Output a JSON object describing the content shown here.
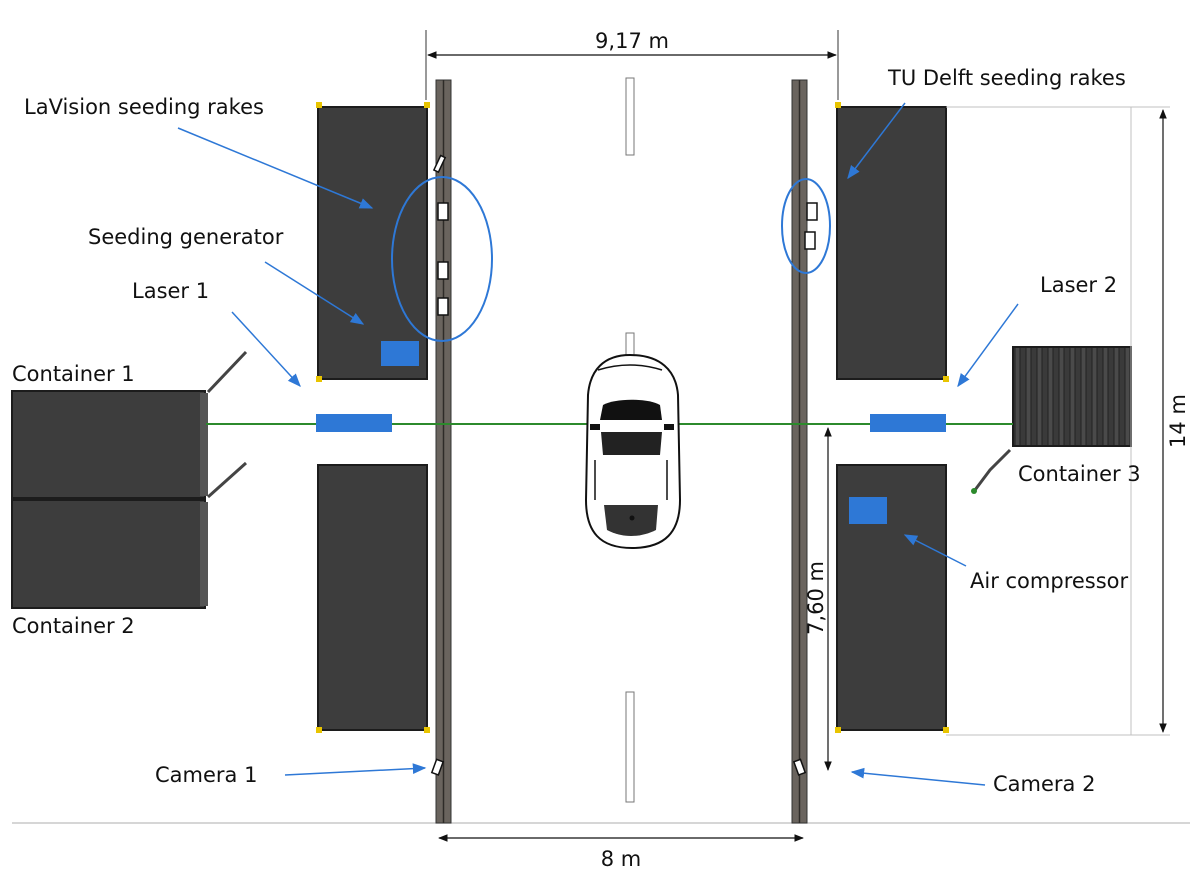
{
  "labels": {
    "lavision_rakes": "LaVision seeding rakes",
    "tu_delft_rakes": "TU Delft seeding rakes",
    "seeding_generator": "Seeding generator",
    "laser_1": "Laser 1",
    "laser_2": "Laser 2",
    "container_1": "Container 1",
    "container_2": "Container 2",
    "container_3": "Container 3",
    "air_compressor": "Air compressor",
    "camera_1": "Camera 1",
    "camera_2": "Camera 2"
  },
  "dimensions": {
    "top_width": "9,17 m",
    "bottom_width": "8 m",
    "right_height": "14 m",
    "mid_height": "7,60 m"
  },
  "colors": {
    "container": "#3d3d3d",
    "accent_blue": "#2e78d6",
    "laser_line": "#2c8a2c",
    "rail": "#5a5550"
  }
}
